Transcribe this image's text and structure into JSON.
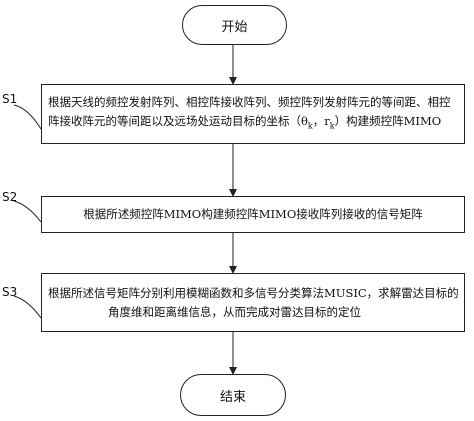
{
  "start": {
    "label": "开始"
  },
  "end": {
    "label": "结束"
  },
  "steps": [
    {
      "id": "S1",
      "lines": [
        "根据天线的频控发射阵列、相控阵接收阵列、频控阵列发射阵元的等间距、相控",
        "阵接收阵元的等间距以及远场处运动目标的坐标（θ",
        "，r",
        "）构建频控阵MIMO"
      ],
      "subscript": "k"
    },
    {
      "id": "S2",
      "lines": [
        "根据所述频控阵MIMO构建频控阵MIMO接收阵列接收的信号矩阵"
      ]
    },
    {
      "id": "S3",
      "lines": [
        "根据所述信号矩阵分别利用模糊函数和多信号分类算法MUSIC，求解雷达目标的",
        "角度维和距离维信息，从而完成对雷达目标的定位"
      ]
    }
  ],
  "colors": {
    "stroke": "#222222",
    "background": "#ffffff"
  }
}
